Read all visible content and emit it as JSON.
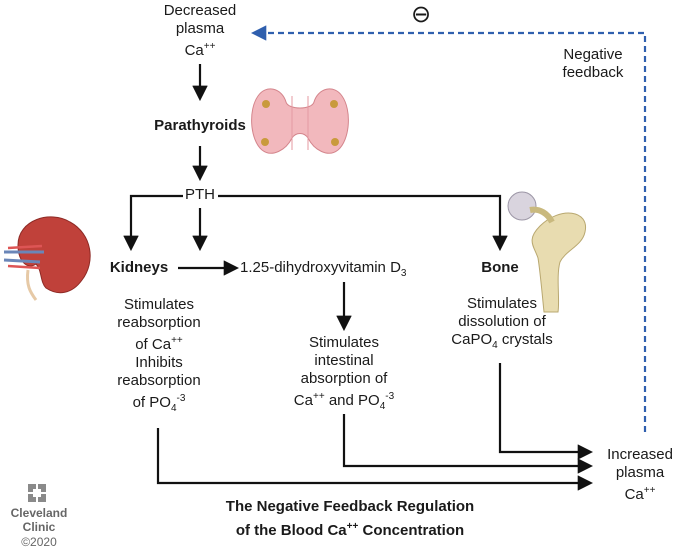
{
  "title_line1": "The Negative Feedback Regulation",
  "title_line2_pre": "of the Blood Ca",
  "title_line2_sup": "++",
  "title_line2_post": " Concentration",
  "nodes": {
    "decreased": {
      "line1": "Decreased",
      "line2": "plasma",
      "line3": "Ca",
      "sup": "++"
    },
    "parathyroids": "Parathyroids",
    "pth": "PTH",
    "kidneys": "Kidneys",
    "vitamin": {
      "text": "1.25-dihydroxyvitamin D",
      "sub": "3"
    },
    "bone": "Bone",
    "kidney_effect": {
      "l1": "Stimulates",
      "l2": "reabsorption",
      "l3": "of Ca",
      "l3_sup": "++",
      "l4": "Inhibits",
      "l5": "reabsorption",
      "l6": "of PO",
      "l6_sub": "4",
      "l6_sup": "-3"
    },
    "intestine_effect": {
      "l1": "Stimulates",
      "l2": "intestinal",
      "l3": "absorption of",
      "l4a": "Ca",
      "l4a_sup": "++",
      "l4b": " and PO",
      "l4b_sub": "4",
      "l4b_sup": "-3"
    },
    "bone_effect": {
      "l1": "Stimulates",
      "l2": "dissolution of",
      "l3a": "CaPO",
      "l3_sub": "4",
      "l3b": " crystals"
    },
    "increased": {
      "line1": "Increased",
      "line2": "plasma",
      "line3": "Ca",
      "sup": "++"
    },
    "negative": {
      "line1": "Negative",
      "line2": "feedback",
      "symbol": "⊖"
    }
  },
  "logo": {
    "line1": "Cleveland",
    "line2": "Clinic",
    "copyright": "©2020"
  },
  "colors": {
    "arrow": "#111111",
    "feedback": "#2f5fae",
    "thyroid": "#f2b8bd",
    "kidney": "#c0413a",
    "bone": "#e8dcb0"
  }
}
